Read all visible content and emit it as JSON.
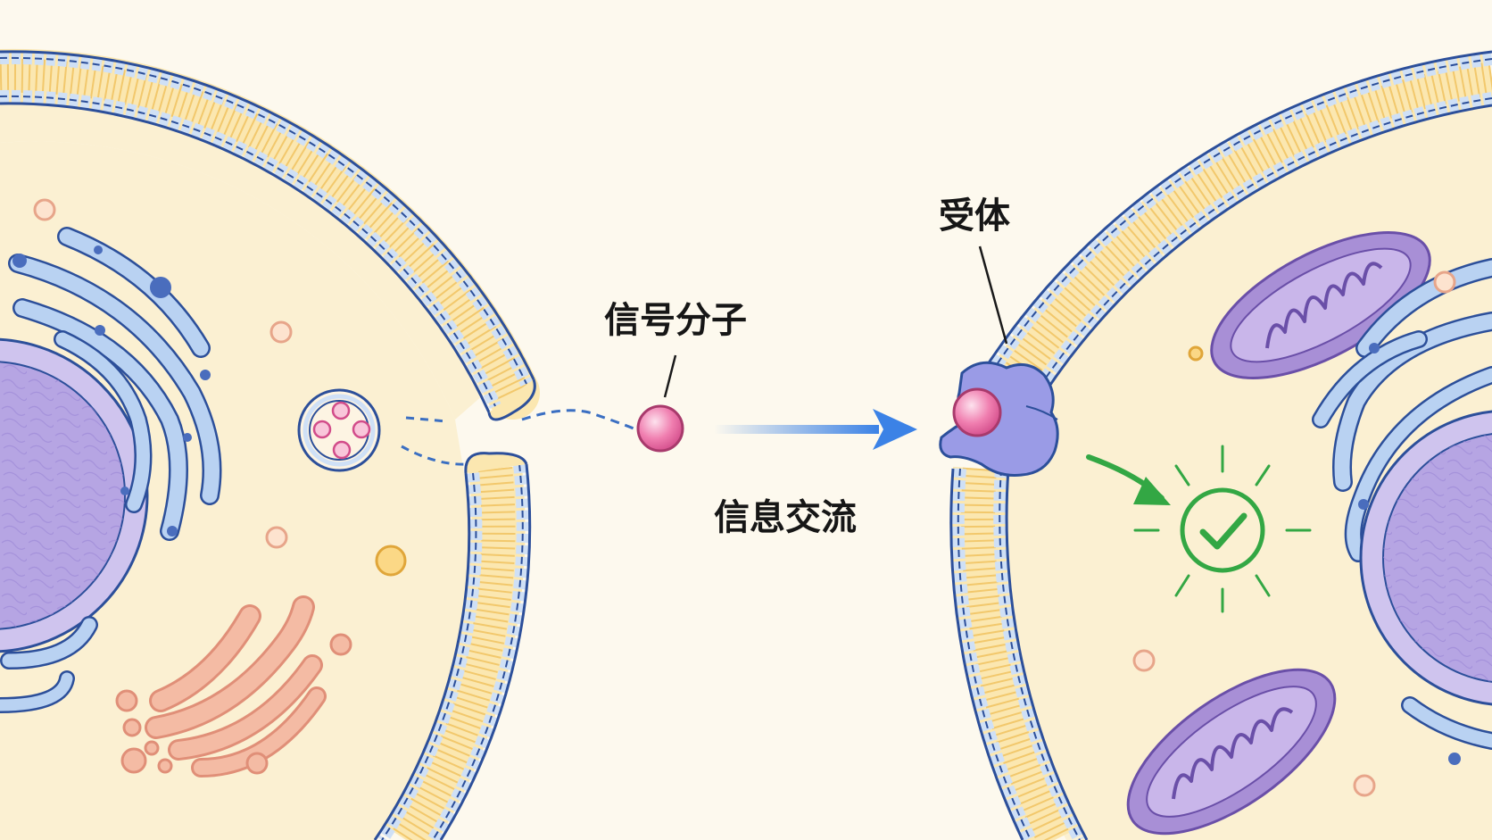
{
  "labels": {
    "signal_molecule": "信号分子",
    "receptor": "受体",
    "information_exchange": "信息交流"
  },
  "colors": {
    "background": "#fdf9ee",
    "cytoplasm": "#fbf0d2",
    "membrane_outline": "#2c4f9a",
    "phospholipid_head": "#cfe0f6",
    "lipid_tail": "#f2c86c",
    "nucleus": "#b6a5e3",
    "mitochondrion": "#a88fd6",
    "golgi": "#f4bba4",
    "endoplasmic_reticulum": "#b9d2f2",
    "signal_molecule": "#f07fb0",
    "receptor": "#9a9be6",
    "arrow": "#3b82e6",
    "success": "#33a744"
  },
  "icons": {
    "response": "checkmark-circle-icon",
    "direction": "arrow-right-icon"
  }
}
